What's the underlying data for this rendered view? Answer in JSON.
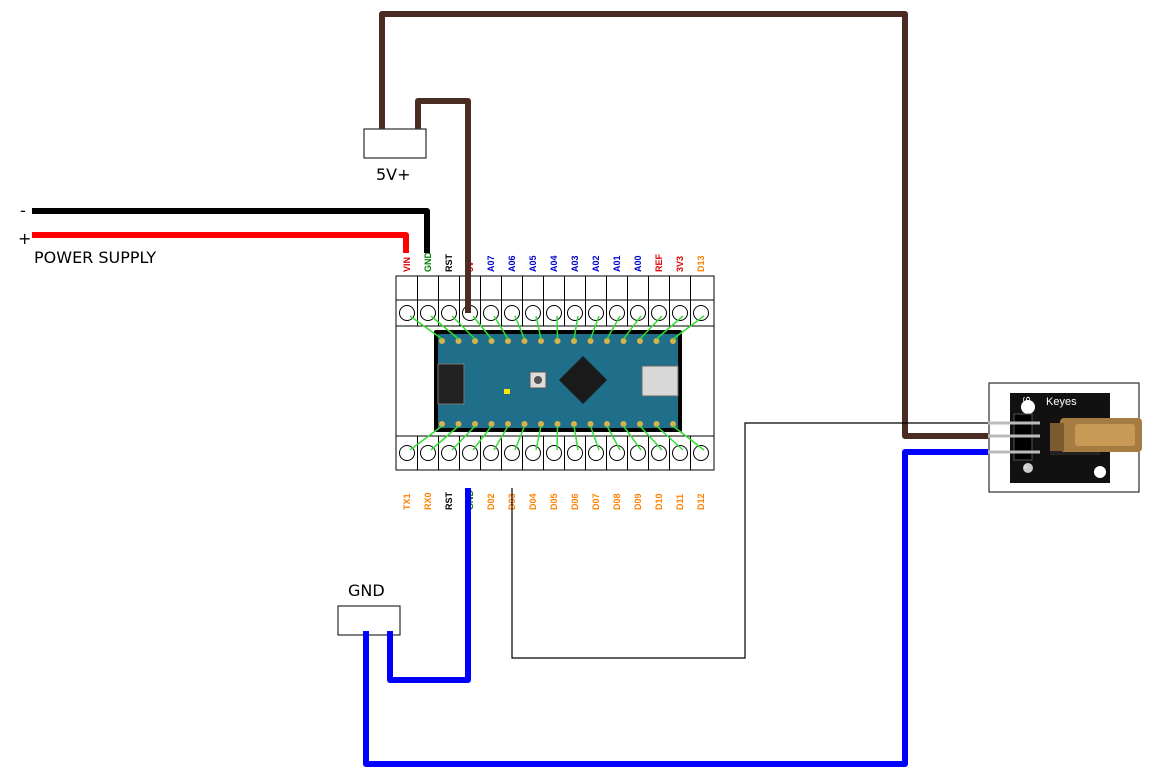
{
  "labels": {
    "power_minus": "-",
    "power_plus": "+",
    "power_supply": "POWER SUPPLY",
    "conn_5v": "5V+",
    "conn_gnd": "GND",
    "module_brand": "Keyes",
    "module_pin_s": "S",
    "module_pin_minus": "-"
  },
  "colors": {
    "wire_5v": "#4a2c22",
    "wire_gnd": "#0000ff",
    "wire_power_neg": "#000000",
    "wire_power_pos": "#ff0000",
    "wire_signal": "#000000",
    "pin_red": "#e00000",
    "pin_green": "#008000",
    "pin_black": "#000000",
    "pin_blue": "#0000cc",
    "pin_orange": "#ff8000",
    "board": "#1f6f8b",
    "terminal_trace": "#33dd33"
  },
  "top_pins": [
    {
      "label": "VIN",
      "color": "red"
    },
    {
      "label": "GND",
      "color": "green"
    },
    {
      "label": "RST",
      "color": "black"
    },
    {
      "label": "5V",
      "color": "red"
    },
    {
      "label": "A07",
      "color": "blue"
    },
    {
      "label": "A06",
      "color": "blue"
    },
    {
      "label": "A05",
      "color": "blue"
    },
    {
      "label": "A04",
      "color": "blue"
    },
    {
      "label": "A03",
      "color": "blue"
    },
    {
      "label": "A02",
      "color": "blue"
    },
    {
      "label": "A01",
      "color": "blue"
    },
    {
      "label": "A00",
      "color": "blue"
    },
    {
      "label": "REF",
      "color": "red"
    },
    {
      "label": "3V3",
      "color": "red"
    },
    {
      "label": "D13",
      "color": "orange"
    }
  ],
  "bottom_pins": [
    {
      "label": "TX1",
      "color": "orange"
    },
    {
      "label": "RX0",
      "color": "orange"
    },
    {
      "label": "RST",
      "color": "black"
    },
    {
      "label": "GND",
      "color": "green"
    },
    {
      "label": "D02",
      "color": "orange"
    },
    {
      "label": "D03",
      "color": "orange"
    },
    {
      "label": "D04",
      "color": "orange"
    },
    {
      "label": "D05",
      "color": "orange"
    },
    {
      "label": "D06",
      "color": "orange"
    },
    {
      "label": "D07",
      "color": "orange"
    },
    {
      "label": "D08",
      "color": "orange"
    },
    {
      "label": "D09",
      "color": "orange"
    },
    {
      "label": "D10",
      "color": "orange"
    },
    {
      "label": "D11",
      "color": "orange"
    },
    {
      "label": "D12",
      "color": "orange"
    }
  ]
}
